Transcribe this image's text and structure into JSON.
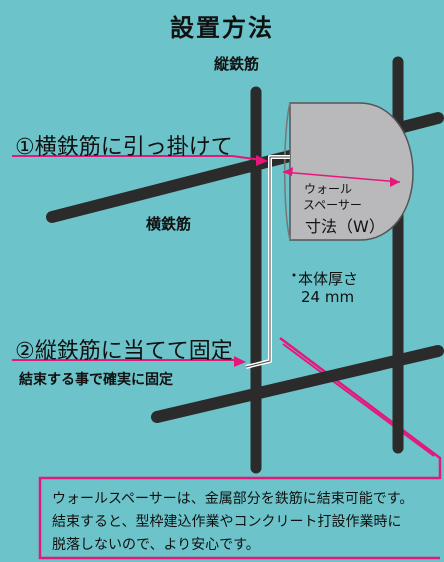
{
  "title": "設置方法",
  "labels": {
    "vertical_rebar": "縦鉄筋",
    "horizontal_rebar": "横鉄筋",
    "spacer_name_line1": "ウォール",
    "spacer_name_line2": "スペーサー",
    "spacer_dimension": "寸法（W）",
    "thickness_line1": "本体厚さ",
    "thickness_line2": "24 mm"
  },
  "steps": [
    {
      "label": "①横鉄筋に引っ掛けて"
    },
    {
      "label": "②縦鉄筋に当てて固定",
      "sub": "結束する事で確実に固定"
    }
  ],
  "note": [
    "ウォールスペーサーは、金属部分を鉄筋に結束可能です。",
    "結束すると、型枠建込作業やコンクリート打設作業時に",
    "脱落しないので、より安心です。"
  ],
  "colors": {
    "background": "#6cc3c9",
    "rebar": "#2b2b2b",
    "spacer_body": "#b9b9bb",
    "highlight": "#e4187b",
    "hook": "#ffffff"
  }
}
